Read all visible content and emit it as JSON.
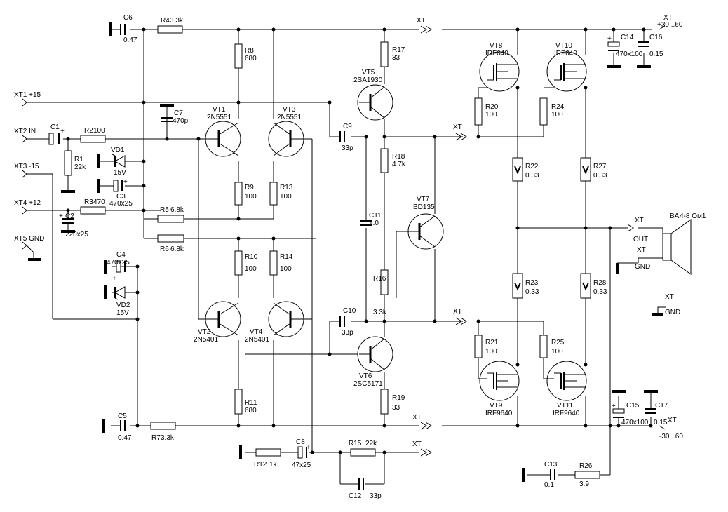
{
  "components": {
    "C6": {
      "ref": "C6",
      "val": "0.47"
    },
    "R4": {
      "ref": "R4",
      "val": "3.3k"
    },
    "R8": {
      "ref": "R8",
      "val": "680"
    },
    "R17": {
      "ref": "R17",
      "val": "33"
    },
    "C14": {
      "ref": "C14",
      "val": "470x100"
    },
    "C16": {
      "ref": "C16",
      "val": "0.15"
    },
    "VT8": {
      "ref": "VT8",
      "val": "IRF640"
    },
    "VT10": {
      "ref": "VT10",
      "val": "IRF640"
    },
    "VT5": {
      "ref": "VT5",
      "val": "2SA1930"
    },
    "C7": {
      "ref": "C7",
      "val": "470p"
    },
    "VT1": {
      "ref": "VT1",
      "val": "2N5551"
    },
    "VT3": {
      "ref": "VT3",
      "val": "2N5551"
    },
    "C1": {
      "ref": "C1",
      "val": ""
    },
    "R2": {
      "ref": "R2",
      "val": "100"
    },
    "C9": {
      "ref": "C9",
      "val": "33p"
    },
    "R20": {
      "ref": "R20",
      "val": "100"
    },
    "R24": {
      "ref": "R24",
      "val": "100"
    },
    "R1": {
      "ref": "R1",
      "val": "22k"
    },
    "VD1": {
      "ref": "VD1",
      "val": "15V"
    },
    "R18": {
      "ref": "R18",
      "val": "4.7k"
    },
    "R22": {
      "ref": "R22",
      "val": "0.33"
    },
    "R27": {
      "ref": "R27",
      "val": "0.33"
    },
    "C3": {
      "ref": "C3",
      "val": "470x25"
    },
    "R9": {
      "ref": "R9",
      "val": "100"
    },
    "R13": {
      "ref": "R13",
      "val": "100"
    },
    "R3": {
      "ref": "R3",
      "val": "470"
    },
    "C2": {
      "ref": "C2",
      "val": "220x25"
    },
    "R5": {
      "ref": "R5",
      "val": "6.8k"
    },
    "R6": {
      "ref": "R6",
      "val": "6.8k"
    },
    "VT7": {
      "ref": "VT7",
      "val": "BD135"
    },
    "C11": {
      "ref": "C11",
      "val": "1.0"
    },
    "R10": {
      "ref": "R10",
      "val": "100"
    },
    "R14": {
      "ref": "R14",
      "val": "100"
    },
    "C4": {
      "ref": "C4",
      "val": "470x25"
    },
    "VD2": {
      "ref": "VD2",
      "val": "15V"
    },
    "R16": {
      "ref": "R16",
      "val": "3.3k"
    },
    "R23": {
      "ref": "R23",
      "val": "0.33"
    },
    "R28": {
      "ref": "R28",
      "val": "0.33"
    },
    "VT2": {
      "ref": "VT2",
      "val": "2N5401"
    },
    "VT4": {
      "ref": "VT4",
      "val": "2N5401"
    },
    "C10": {
      "ref": "C10",
      "val": "33p"
    },
    "R21": {
      "ref": "R21",
      "val": "100"
    },
    "R25": {
      "ref": "R25",
      "val": "100"
    },
    "VT6": {
      "ref": "VT6",
      "val": "2SC5171"
    },
    "VT9": {
      "ref": "VT9",
      "val": "IRF9640"
    },
    "VT11": {
      "ref": "VT11",
      "val": "IRF9640"
    },
    "R11": {
      "ref": "R11",
      "val": "680"
    },
    "R19": {
      "ref": "R19",
      "val": "33"
    },
    "C15": {
      "ref": "C15",
      "val": "470x100"
    },
    "C17": {
      "ref": "C17",
      "val": "0.15"
    },
    "C5": {
      "ref": "C5",
      "val": "0.47"
    },
    "R7": {
      "ref": "R7",
      "val": "3.3k"
    },
    "C8": {
      "ref": "C8",
      "val": "47x25"
    },
    "R12": {
      "ref": "R12",
      "val": "1k"
    },
    "R15": {
      "ref": "R15",
      "val": "22k"
    },
    "C12": {
      "ref": "C12",
      "val": "33p"
    },
    "C13": {
      "ref": "C13",
      "val": "0.1"
    },
    "R26": {
      "ref": "R26",
      "val": "3.9"
    },
    "BA": {
      "ref": "BA",
      "val": "4-8 Ом1"
    }
  },
  "connectors": {
    "XT1": "XT1 +15",
    "XT2": "XT2 IN",
    "XT3": "XT3 -15",
    "XT4": "XT4 +12",
    "XT5": "XT5 GND",
    "xt_plus_name": "XT",
    "xt_plus_val": "+30...60",
    "xt_minus_name": "XT",
    "xt_minus_val": "-30...60",
    "xt_out_name": "XT",
    "xt_out_val": "OUT",
    "xt_gnd1_name": "XT",
    "xt_gnd1_val": "GND",
    "xt_gnd2_name": "XT",
    "xt_gnd2_val": "GND",
    "xt": "XT"
  }
}
